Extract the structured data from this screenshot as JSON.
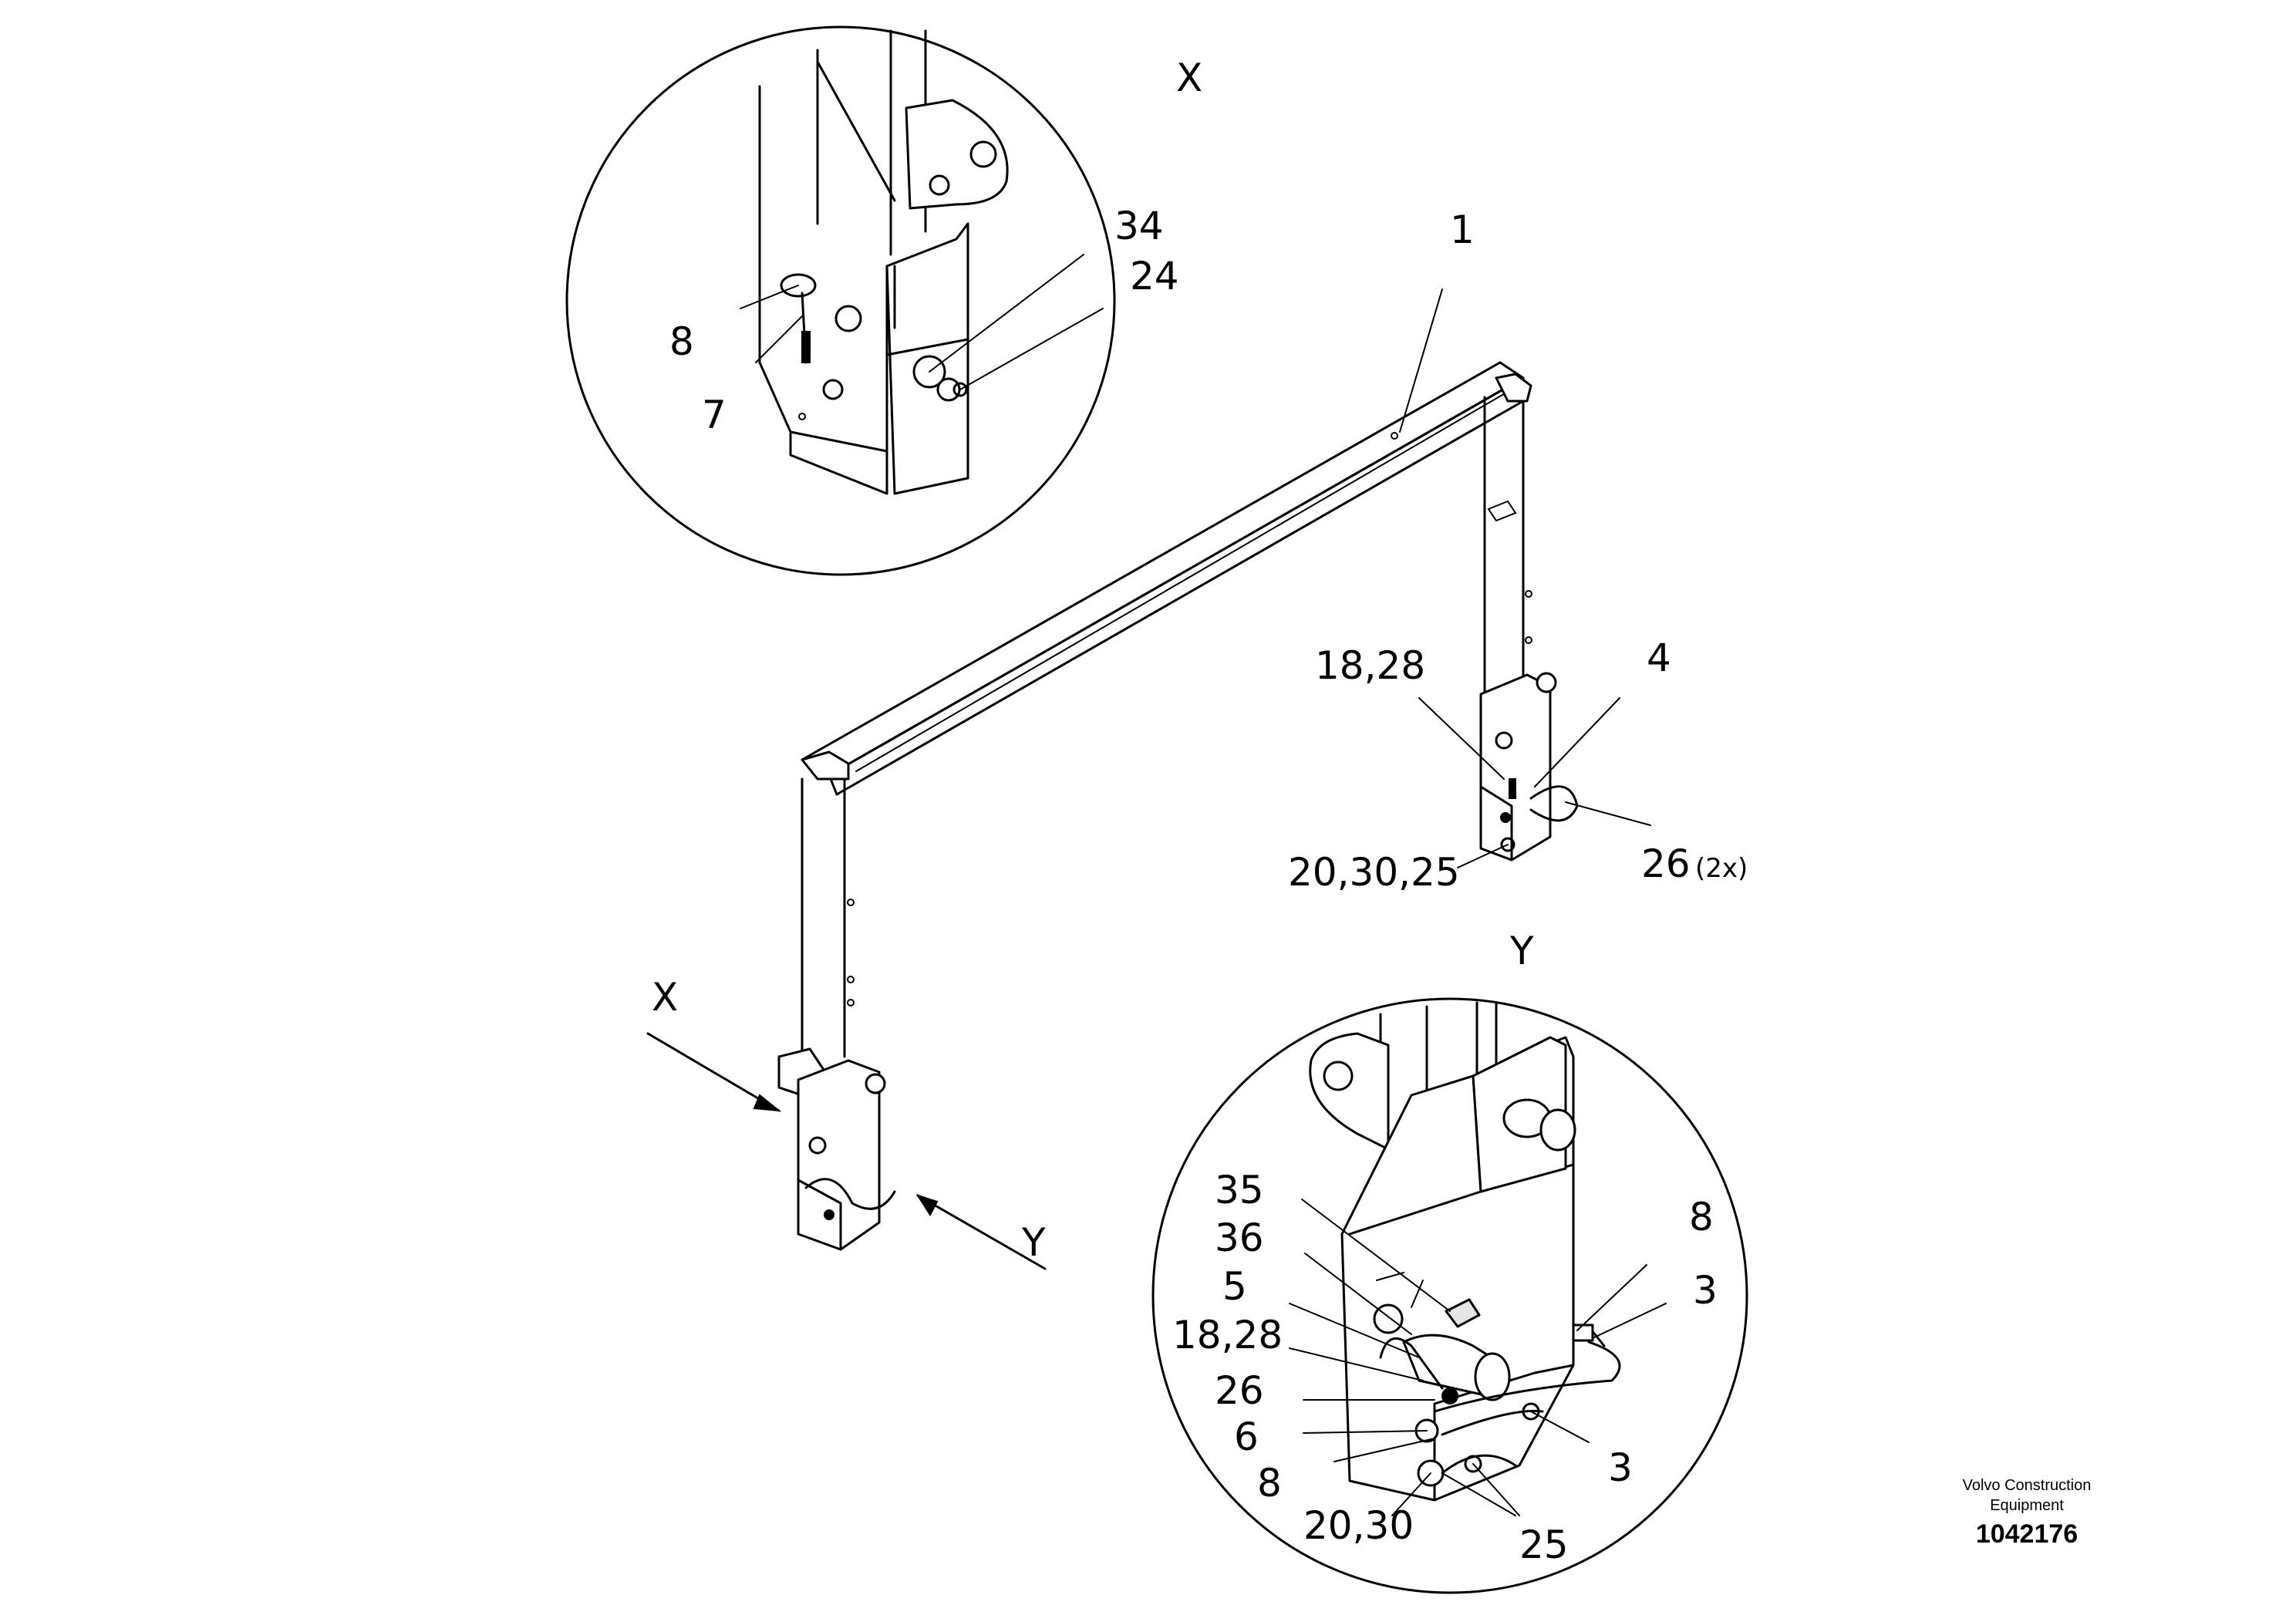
{
  "main_view": {
    "callouts": [
      "1",
      "18,28",
      "4",
      "20,30,25",
      "26",
      "(2x)"
    ],
    "view_markers": {
      "x": "X",
      "y": "Y"
    }
  },
  "detail_x": {
    "title": "X",
    "callouts": [
      "34",
      "24",
      "8",
      "7"
    ]
  },
  "detail_y": {
    "title": "Y",
    "callouts": [
      "35",
      "36",
      "5",
      "18,28",
      "26",
      "6",
      "8",
      "20,30",
      "8",
      "3",
      "3",
      "25"
    ]
  },
  "title_block": {
    "company_line1": "Volvo Construction",
    "company_line2": "Equipment",
    "document_number": "1042176"
  }
}
